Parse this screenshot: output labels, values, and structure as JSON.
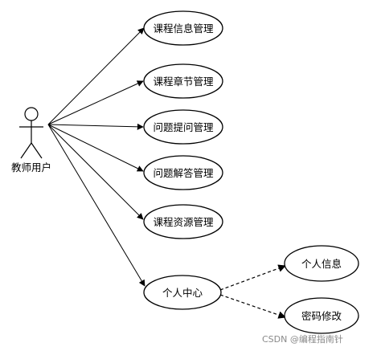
{
  "actor": {
    "label": "教师用户"
  },
  "use_cases": [
    {
      "label": "课程信息管理"
    },
    {
      "label": "课程章节管理"
    },
    {
      "label": "问题提问管理"
    },
    {
      "label": "问题解答管理"
    },
    {
      "label": "课程资源管理"
    },
    {
      "label": "个人中心"
    }
  ],
  "sub_use_cases": [
    {
      "label": "个人信息"
    },
    {
      "label": "密码修改"
    }
  ],
  "watermark": "CSDN @编程指南针"
}
